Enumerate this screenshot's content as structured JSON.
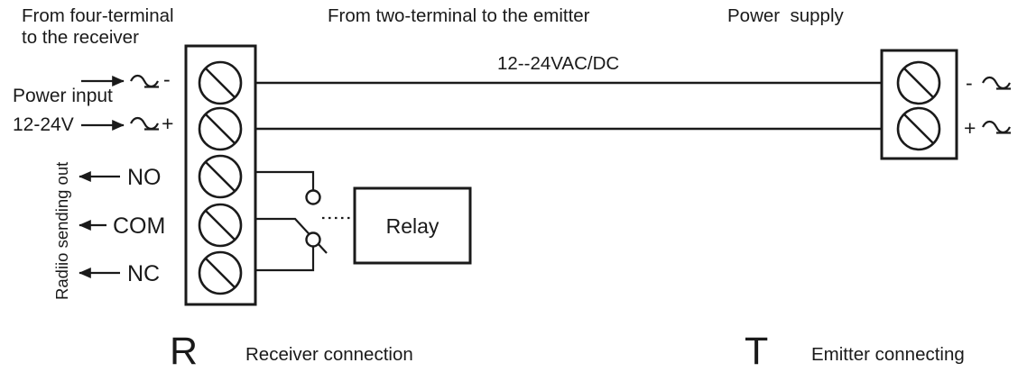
{
  "diagram": {
    "title_captions": {
      "receiver_source": "From four-terminal\nto the receiver",
      "receiver_source_line1": "From four-terminal",
      "receiver_source_line2": "to the receiver",
      "emitter_source": "From two-terminal to the emitter",
      "power_supply": "Power  supply"
    },
    "left_side": {
      "power_input_line1": "Power input",
      "power_input_line2": "12-24V",
      "negative_sign": "-",
      "positive_sign": "+",
      "ac_dc_symbol_name": "ac-dc-wave-symbol",
      "vertical_label": "Radiio sending out",
      "relay_outputs": [
        {
          "label": "NO"
        },
        {
          "label": "COM"
        },
        {
          "label": "NC"
        }
      ]
    },
    "wires": {
      "voltage_label": "12--24VAC/DC"
    },
    "relay": {
      "box_label": "Relay",
      "coupling_name": "dotted-coupling-line"
    },
    "receiver_block": {
      "terminal_count": 5,
      "bottom_symbol": "R",
      "bottom_caption": "Receiver connection"
    },
    "emitter_block": {
      "terminal_count": 2,
      "bottom_symbol": "T",
      "bottom_caption": "Emitter connecting",
      "negative_sign": "-",
      "positive_sign": "+"
    },
    "colors": {
      "ink": "#1a1a1a",
      "background": "#ffffff"
    }
  }
}
